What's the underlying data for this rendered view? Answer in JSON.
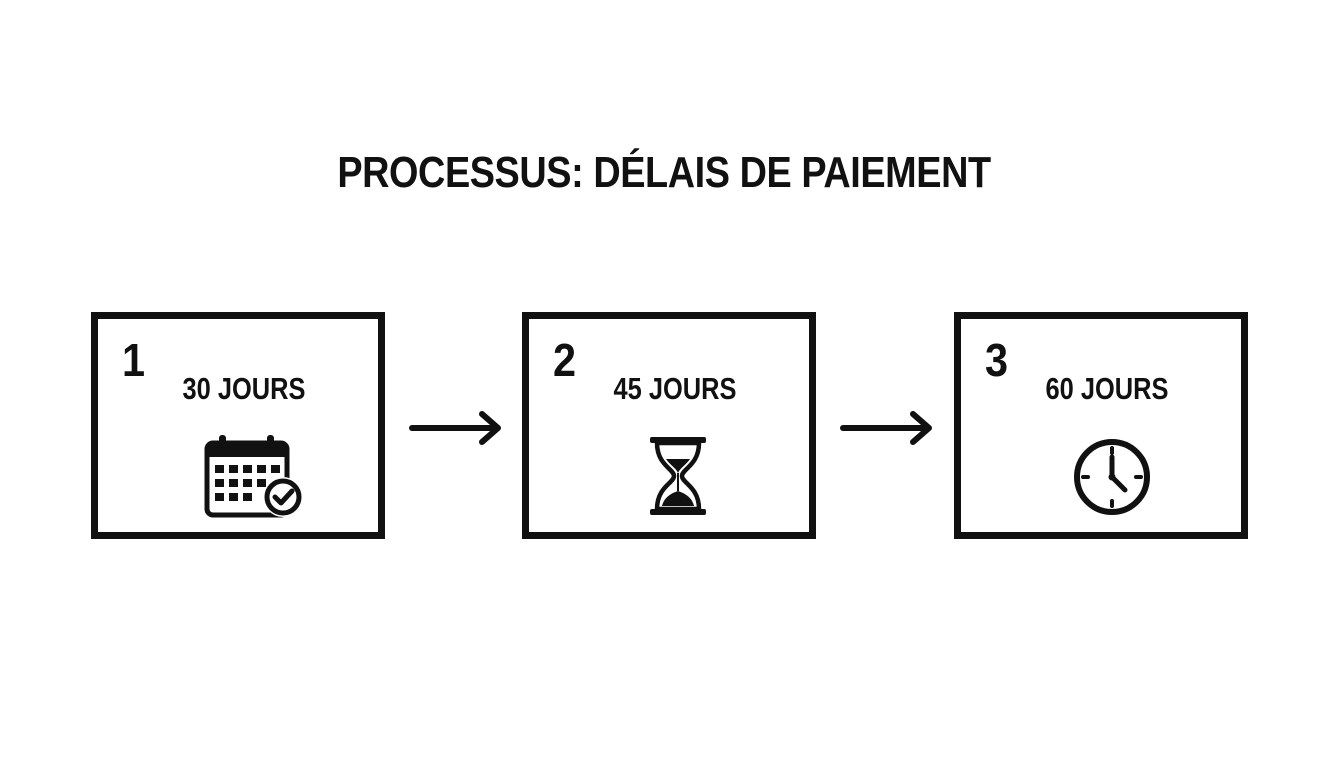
{
  "title": "PROCESSUS: DÉLAIS DE PAIEMENT",
  "steps": [
    {
      "number": "1",
      "label": "30 JOURS",
      "icon": "calendar-check-icon"
    },
    {
      "number": "2",
      "label": "45 JOURS",
      "icon": "hourglass-icon"
    },
    {
      "number": "3",
      "label": "60 JOURS",
      "icon": "clock-icon"
    }
  ],
  "colors": {
    "stroke": "#111111",
    "background": "#ffffff"
  }
}
